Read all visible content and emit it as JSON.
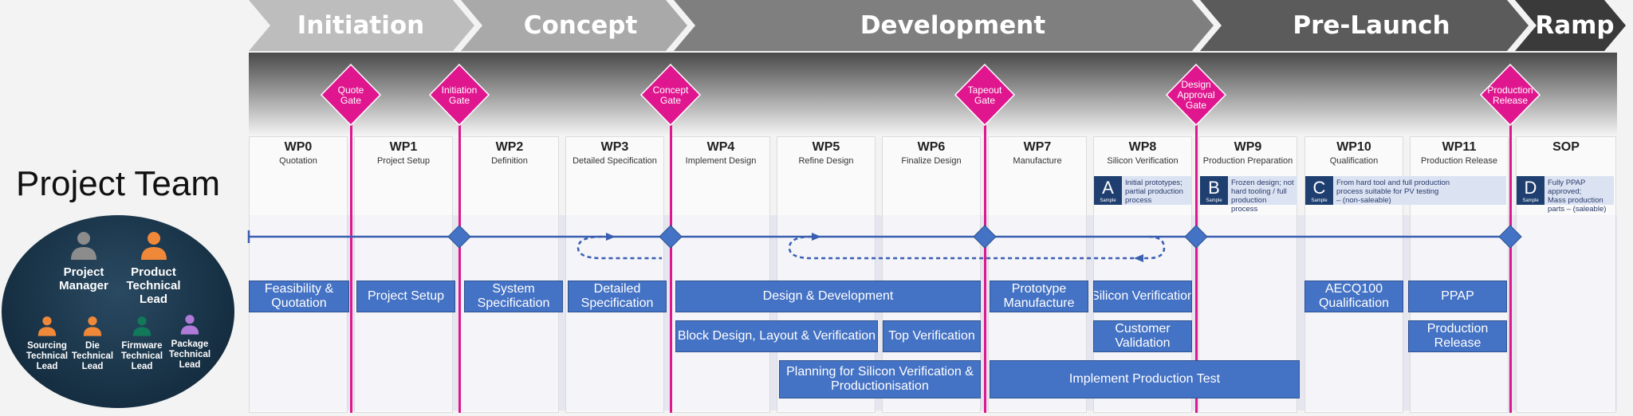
{
  "phases": [
    "Initiation",
    "Concept",
    "Development",
    "Pre-Launch",
    "Ramp"
  ],
  "gates": [
    "Quote\nGate",
    "Initiation\nGate",
    "Concept\nGate",
    "Tapeout\nGate",
    "Design\nApproval\nGate",
    "Production\nRelease"
  ],
  "work_packages": [
    {
      "id": "WP0",
      "name": "Quotation"
    },
    {
      "id": "WP1",
      "name": "Project Setup"
    },
    {
      "id": "WP2",
      "name": "Definition"
    },
    {
      "id": "WP3",
      "name": "Detailed Specification"
    },
    {
      "id": "WP4",
      "name": "Implement Design"
    },
    {
      "id": "WP5",
      "name": "Refine Design"
    },
    {
      "id": "WP6",
      "name": "Finalize Design"
    },
    {
      "id": "WP7",
      "name": "Manufacture"
    },
    {
      "id": "WP8",
      "name": "Silicon Verification"
    },
    {
      "id": "WP9",
      "name": "Production Preparation"
    },
    {
      "id": "WP10",
      "name": "Qualification"
    },
    {
      "id": "WP11",
      "name": "Production Release"
    },
    {
      "id": "SOP",
      "name": ""
    }
  ],
  "samples": [
    {
      "letter": "A",
      "tag": "Sample",
      "text": "Initial prototypes;\npartial production\nprocess"
    },
    {
      "letter": "B",
      "tag": "Sample",
      "text": "Frozen design; not\nhard tooling / full\nproduction process"
    },
    {
      "letter": "C",
      "tag": "Sample",
      "text": "From hard tool and full production\nprocess suitable for PV testing\n– (non-saleable)"
    },
    {
      "letter": "D",
      "tag": "Sample",
      "text": "Fully PPAP approved;\nMass production\nparts – (saleable)"
    }
  ],
  "team": {
    "title": "Project Team",
    "members": [
      {
        "role": "Project\nManager",
        "color": "#8c8c8c"
      },
      {
        "role": "Product\nTechnical\nLead",
        "color": "#f0883a"
      },
      {
        "role": "Sourcing\nTechnical\nLead",
        "color": "#f0883a"
      },
      {
        "role": "Die\nTechnical\nLead",
        "color": "#f0883a"
      },
      {
        "role": "Firmware\nTechnical\nLead",
        "color": "#12785a"
      },
      {
        "role": "Package\nTechnical\nLead",
        "color": "#b07ad8"
      }
    ]
  },
  "activities": [
    "Feasibility &\nQuotation",
    "Project Setup",
    "System\nSpecification",
    "Detailed\nSpecification",
    "Design & Development",
    "Prototype\nManufacture",
    "Silicon Verification",
    "AECQ100\nQualification",
    "PPAP",
    "Block Design, Layout & Verification",
    "Top Verification",
    "Customer\nValidation",
    "Production\nRelease",
    "Planning for Silicon Verification &\nProductionisation",
    "Implement Production Test"
  ],
  "colors": {
    "gate": "#e0168f",
    "activity": "#4472c4",
    "timeline": "#3a5fb0"
  }
}
